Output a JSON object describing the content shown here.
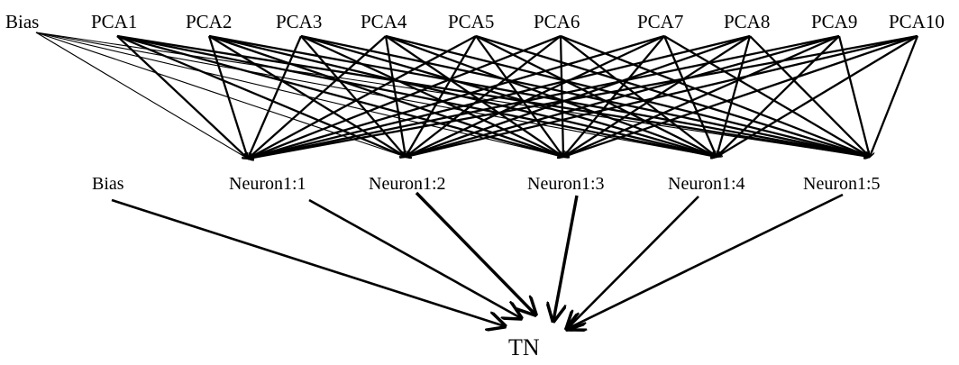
{
  "diagram": {
    "input_layer": {
      "nodes": [
        {
          "id": "in-bias",
          "label": "Bias",
          "type": "bias"
        },
        {
          "id": "in-pca1",
          "label": "PCA1"
        },
        {
          "id": "in-pca2",
          "label": "PCA2"
        },
        {
          "id": "in-pca3",
          "label": "PCA3"
        },
        {
          "id": "in-pca4",
          "label": "PCA4"
        },
        {
          "id": "in-pca5",
          "label": "PCA5"
        },
        {
          "id": "in-pca6",
          "label": "PCA6"
        },
        {
          "id": "in-pca7",
          "label": "PCA7"
        },
        {
          "id": "in-pca8",
          "label": "PCA8"
        },
        {
          "id": "in-pca9",
          "label": "PCA9"
        },
        {
          "id": "in-pca10",
          "label": "PCA10"
        }
      ]
    },
    "hidden_layer": {
      "nodes": [
        {
          "id": "h-bias",
          "label": "Bias",
          "type": "bias"
        },
        {
          "id": "h-n1",
          "label": "Neuron1:1"
        },
        {
          "id": "h-n2",
          "label": "Neuron1:2"
        },
        {
          "id": "h-n3",
          "label": "Neuron1:3"
        },
        {
          "id": "h-n4",
          "label": "Neuron1:4"
        },
        {
          "id": "h-n5",
          "label": "Neuron1:5"
        }
      ]
    },
    "output_layer": {
      "nodes": [
        {
          "id": "out-tn",
          "label": "TN"
        }
      ]
    },
    "connections": {
      "input_to_hidden": "fully-connected",
      "hidden_to_output": "fully-connected"
    },
    "colors": {
      "line": "#000000",
      "background": "#ffffff"
    }
  }
}
